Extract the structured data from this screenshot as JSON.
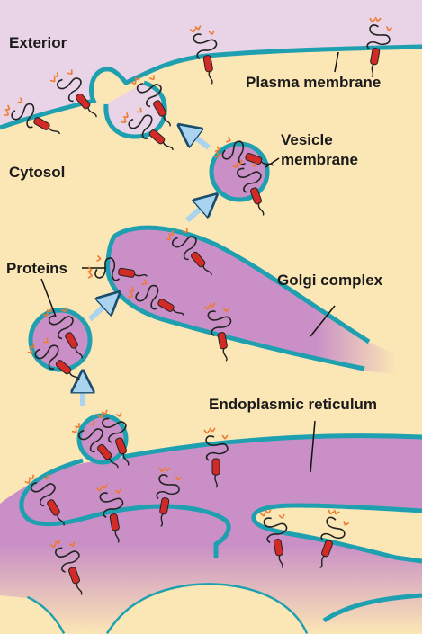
{
  "labels": {
    "exterior": "Exterior",
    "plasma_membrane": "Plasma membrane",
    "cytosol": "Cytosol",
    "vesicle_membrane_line1": "Vesicle",
    "vesicle_membrane_line2": "membrane",
    "proteins": "Proteins",
    "golgi_complex": "Golgi complex",
    "endoplasmic_reticulum": "Endoplasmic reticulum"
  },
  "colors": {
    "cytosol": "#fbe6b5",
    "exterior": "#e9d3e6",
    "lumen": "#c98fc6",
    "membrane": "#1ea0b0",
    "protein_helix": "#d22a26",
    "sugar": "#ee7a2f",
    "arrow": "#a9d3ee"
  }
}
